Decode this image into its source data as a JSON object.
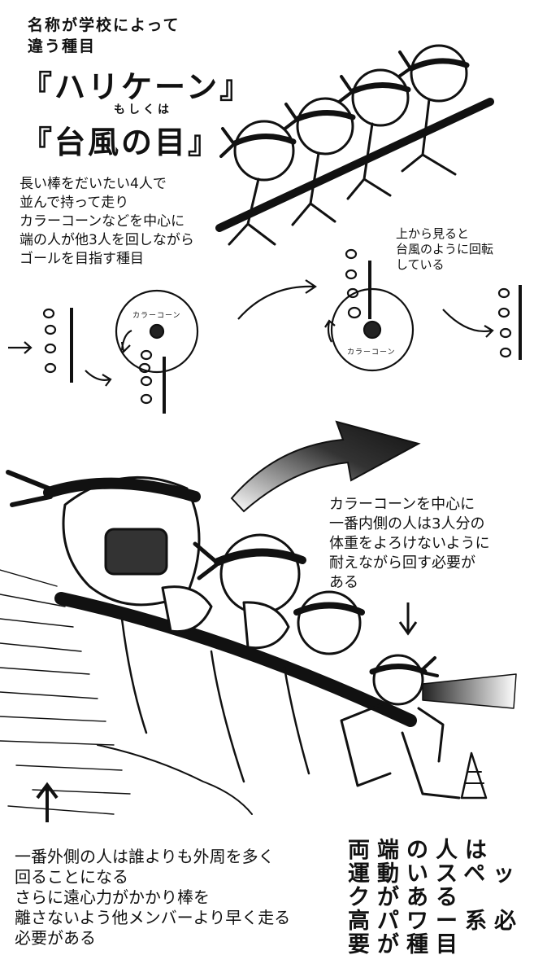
{
  "title": {
    "line1": "名称が学校によって",
    "line2": "違う種目",
    "hurricane": "『ハリケーン』",
    "or": "もしくは",
    "typhoon": "『台風の目』"
  },
  "description_main": "長い棒をだいたい4人で\n並んで持って走り\nカラーコーンなどを中心に\n端の人が他3人を回しながら\nゴールを目指す種目",
  "description_top_view": "上から見ると\n台風のように回転\nしている",
  "cone_label": "カラーコーン",
  "description_inner": "カラーコーンを中心に\n一番内側の人は3人分の\n体重をよろけないように\n耐えながら回す必要が\nある",
  "description_outer": "一番外側の人は誰よりも外周を多く\n回ることになる\nさらに遠心力がかかり棒を\n離さないよう他メンバーより早く走る\n必要がある",
  "description_ends": "両端の人は\n運動いスペックがある\n高パワー系必要が種目"
}
